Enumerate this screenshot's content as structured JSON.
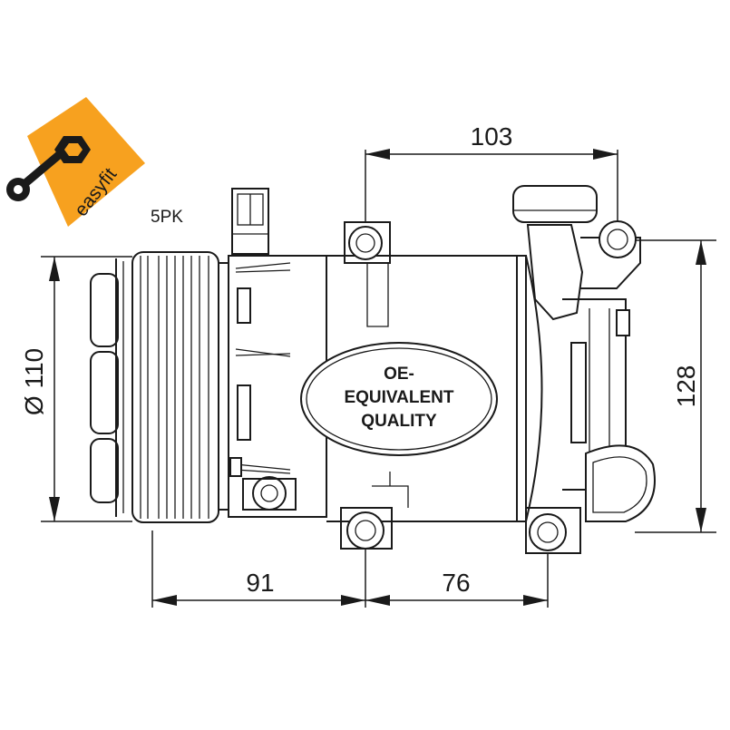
{
  "badge": {
    "text": "easyfit",
    "color": "#f7a11f"
  },
  "labels": {
    "belt": "5PK"
  },
  "oval": {
    "line1": "OE-",
    "line2": "EQUIVALENT",
    "line3": "QUALITY"
  },
  "dimensions": {
    "top_width": "103",
    "height": "128",
    "pulley_diameter": "Ø 110",
    "front_length": "91",
    "mount_length": "76"
  },
  "icons": [
    "wrench-icon"
  ]
}
